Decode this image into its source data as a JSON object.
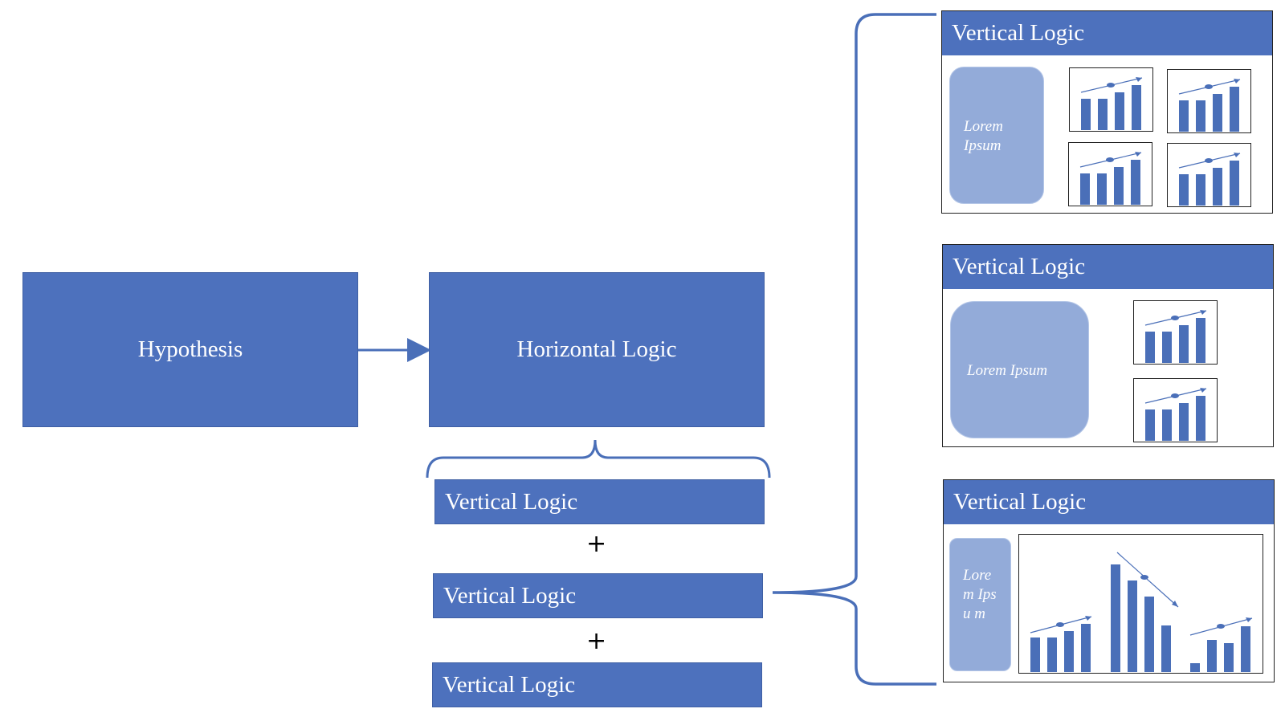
{
  "hypothesis": "Hypothesis",
  "horizontal": "Horizontal Logic",
  "vertical_list": [
    "Vertical Logic",
    "Vertical Logic",
    "Vertical Logic"
  ],
  "plus": "+",
  "panels": [
    {
      "title": "Vertical Logic",
      "lorem": "Lorem Ipsum"
    },
    {
      "title": "Vertical Logic",
      "lorem": "Lorem Ipsum"
    },
    {
      "title": "Vertical Logic",
      "lorem": "Lore m Ipsu m"
    }
  ],
  "colors": {
    "primary": "#4d71bd",
    "light": "#93abd9",
    "line": "#4a6fb8"
  }
}
